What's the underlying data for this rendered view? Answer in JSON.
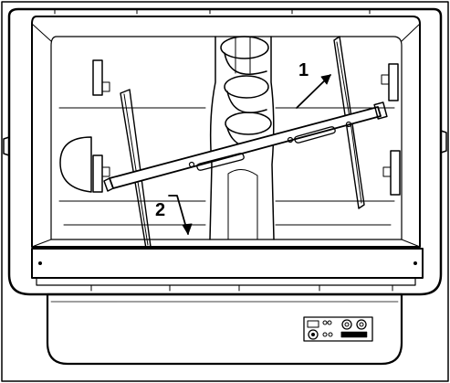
{
  "callouts": [
    {
      "id": "1",
      "label": "1"
    },
    {
      "id": "2",
      "label": "2"
    }
  ],
  "colors": {
    "line": "#000000",
    "fill": "#ffffff",
    "shade": "#e6e6e6"
  }
}
